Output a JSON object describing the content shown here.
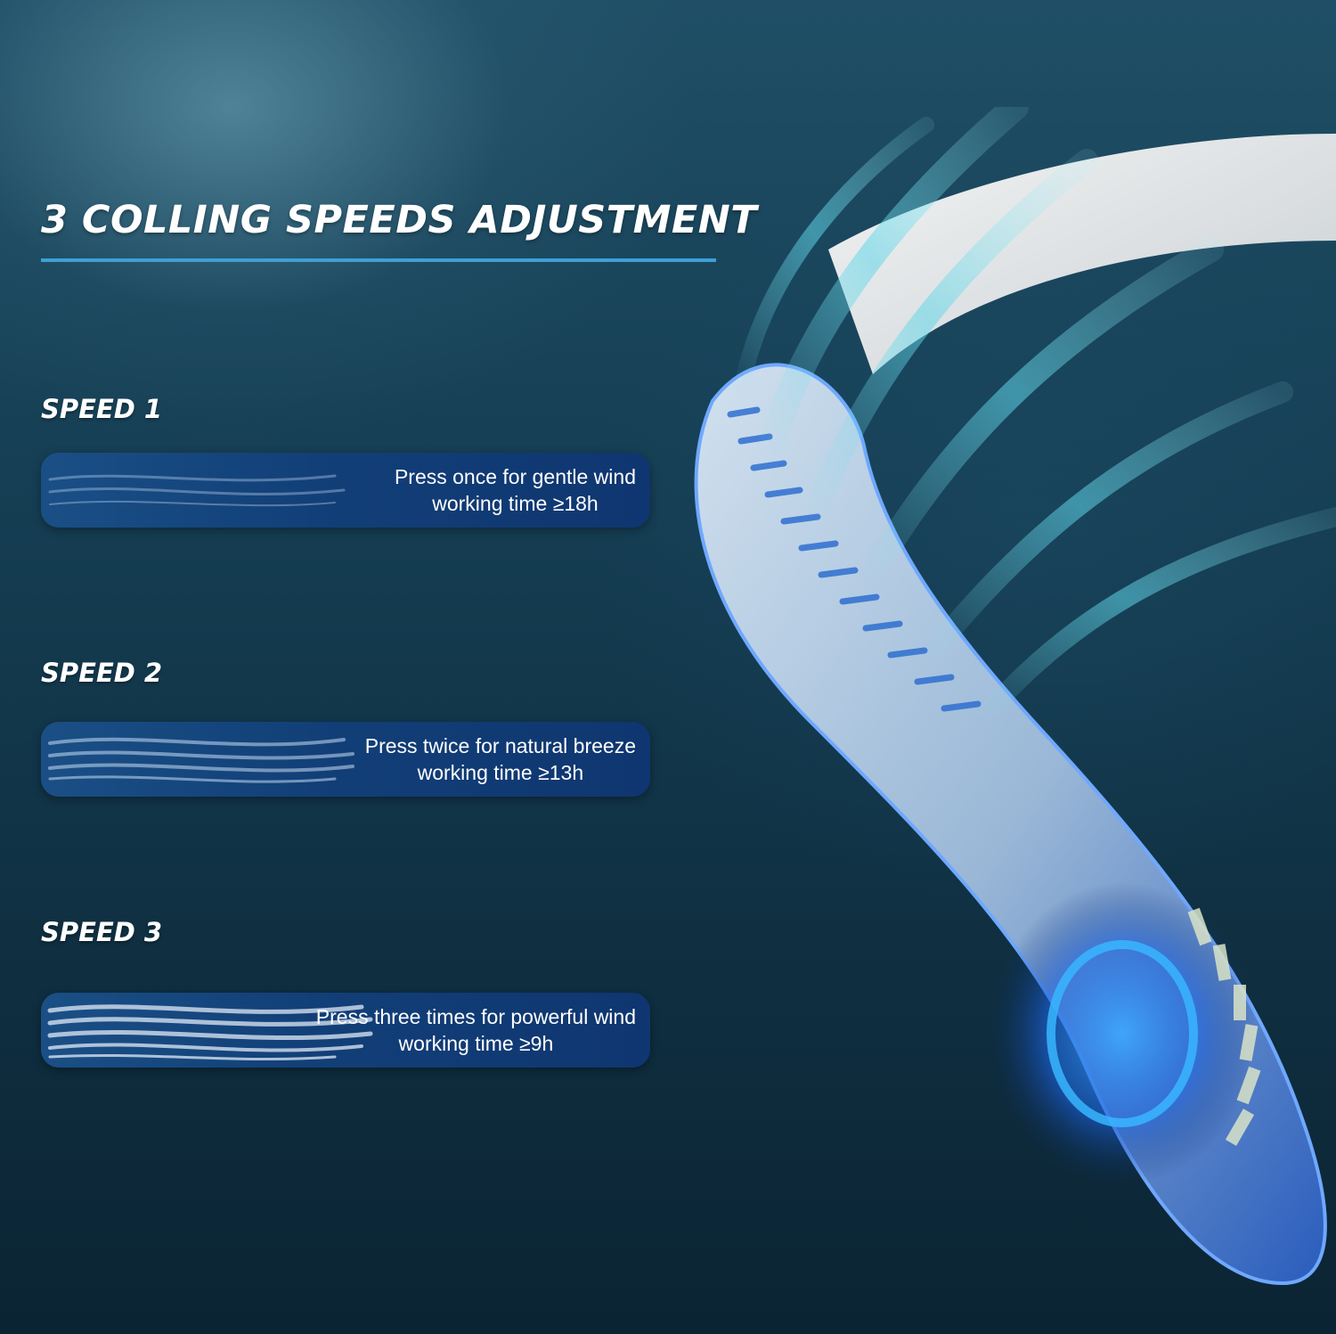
{
  "title": "3 COLLING SPEEDS ADJUSTMENT",
  "speeds": [
    {
      "label": "SPEED 1",
      "line1": "Press once for gentle wind",
      "line2": "working time ≥18h"
    },
    {
      "label": "SPEED 2",
      "line1": "Press twice for natural breeze",
      "line2": "working time ≥13h"
    },
    {
      "label": "SPEED 3",
      "line1": "Press three times for powerful wind",
      "line2": "working time ≥9h"
    }
  ],
  "colors": {
    "accent": "#3f9fd6",
    "pill": "#123f78",
    "background": "#113447"
  }
}
